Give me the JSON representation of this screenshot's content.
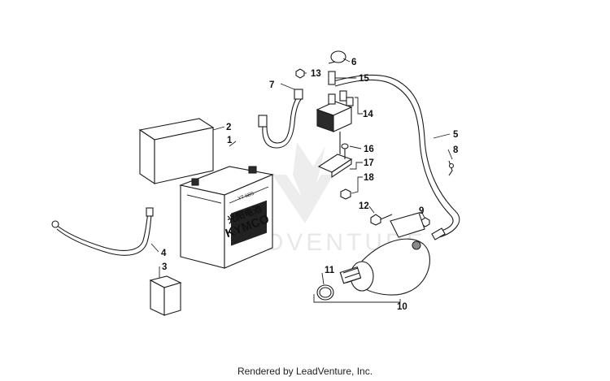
{
  "watermark": {
    "text": "LEADVENTURE"
  },
  "credit": {
    "text": "Rendered by LeadVenture, Inc."
  },
  "battery": {
    "brand": "KYMCO",
    "brand_cjk": "光阳电池",
    "model_label": "YT 6BS"
  },
  "callouts": [
    {
      "number": "1"
    },
    {
      "number": "2"
    },
    {
      "number": "3"
    },
    {
      "number": "4"
    },
    {
      "number": "5"
    },
    {
      "number": "6"
    },
    {
      "number": "7"
    },
    {
      "number": "8"
    },
    {
      "number": "9"
    },
    {
      "number": "10"
    },
    {
      "number": "11"
    },
    {
      "number": "12"
    },
    {
      "number": "13"
    },
    {
      "number": "14"
    },
    {
      "number": "15"
    },
    {
      "number": "16"
    },
    {
      "number": "17"
    },
    {
      "number": "18"
    }
  ]
}
